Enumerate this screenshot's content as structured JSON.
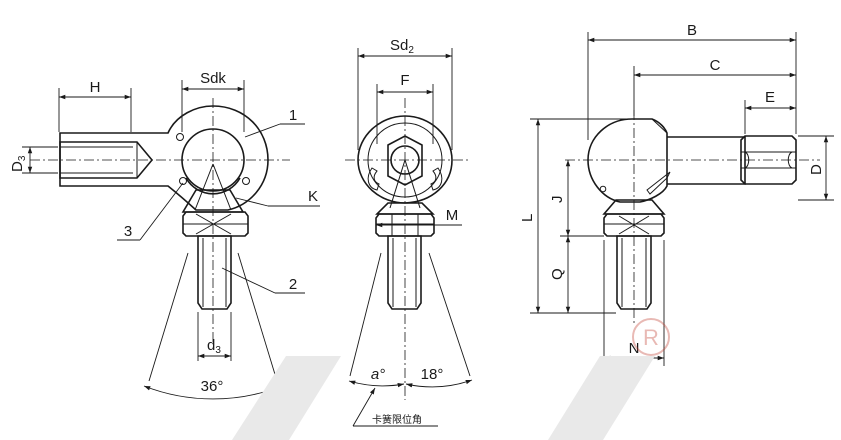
{
  "labels": {
    "H": "H",
    "Sdk": "Sdk",
    "D3": "D",
    "D3_sub": "3",
    "d3": "d",
    "d3_sub": "3",
    "part_1": "1",
    "part_2": "2",
    "part_3": "3",
    "K": "K",
    "angle_36": "36°",
    "Sd2": "Sd",
    "Sd2_sub": "2",
    "F": "F",
    "M": "M",
    "angle_a": "a°",
    "angle_18": "18°",
    "spring_limit_angle": "卡簧限位角",
    "B": "B",
    "C": "C",
    "E": "E",
    "D": "D",
    "L": "L",
    "J": "J",
    "Q": "Q",
    "N": "N",
    "registered_mark": "R"
  }
}
